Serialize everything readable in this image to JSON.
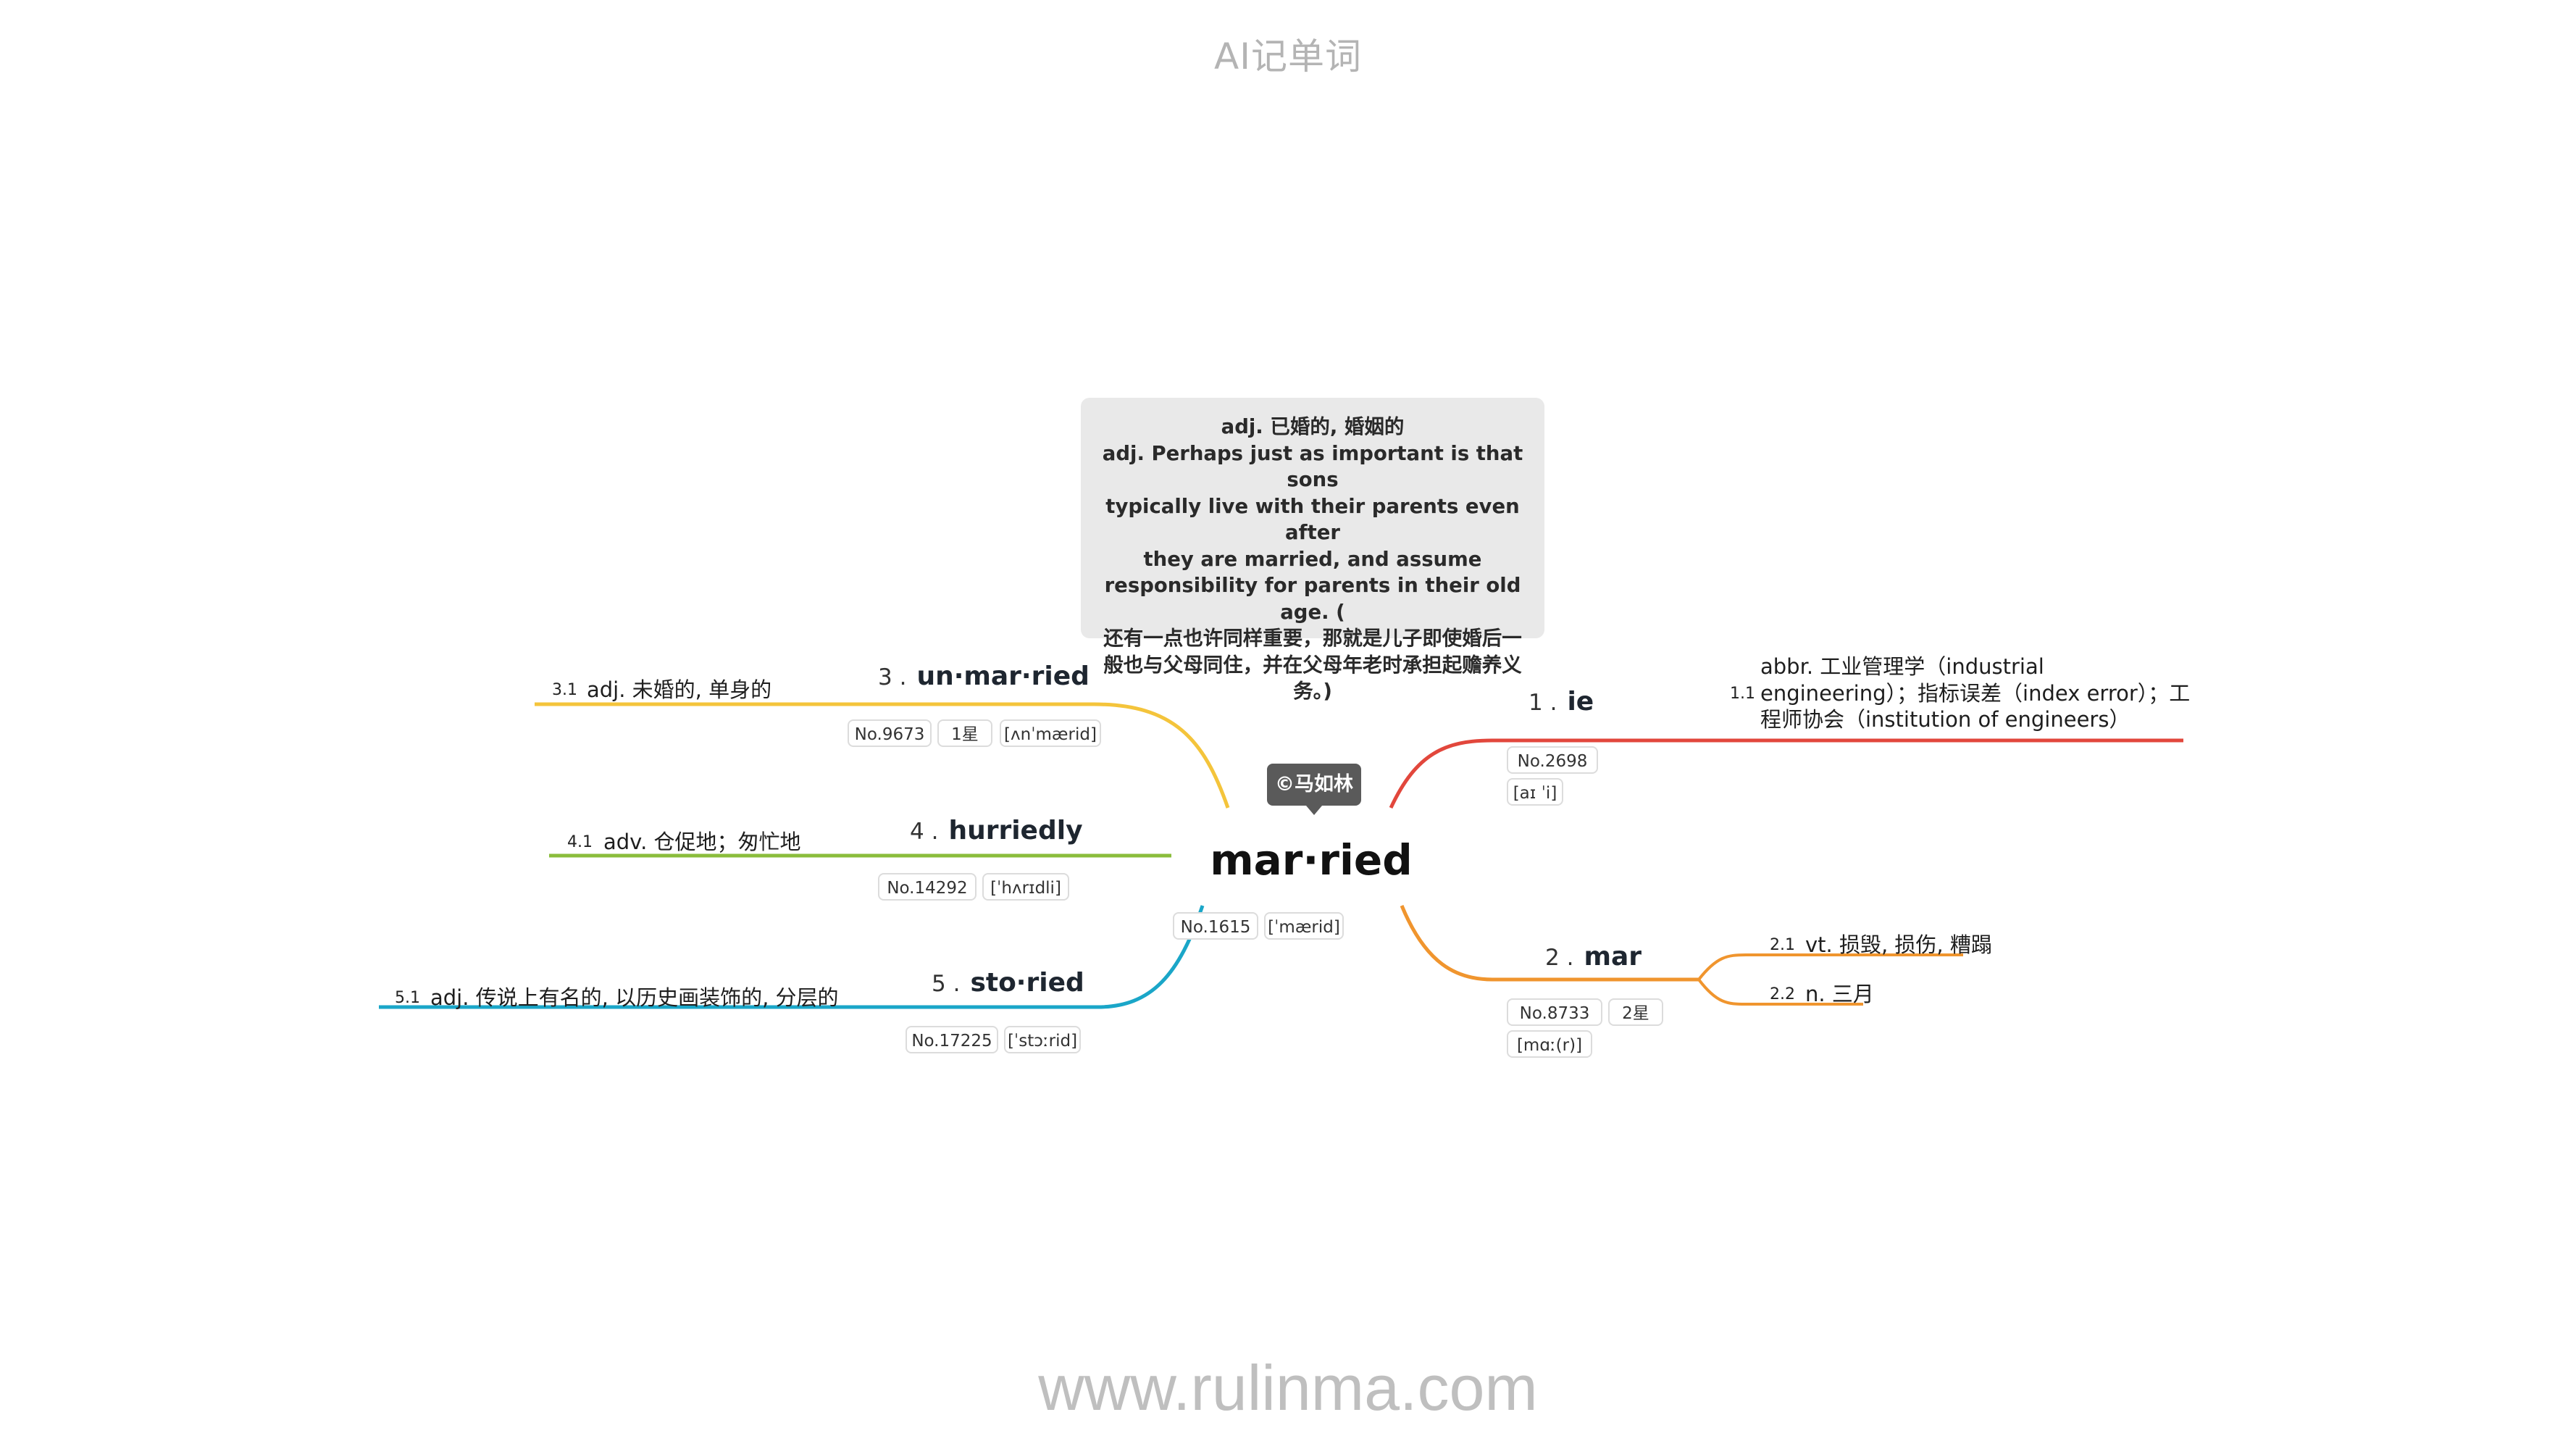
{
  "header": {
    "title": "AI记单词"
  },
  "footer": {
    "url": "www.rulinma.com"
  },
  "note": {
    "lines": [
      "adj. 已婚的, 婚姻的",
      "adj. Perhaps just as important is that sons",
      "typically live with their parents even after",
      "they are married, and assume",
      "responsibility for parents in their old age. (",
      "还有一点也许同样重要，那就是儿子即使婚后一",
      "般也与父母同住，并在父母年老时承担起赡养义",
      "务。)"
    ]
  },
  "center": {
    "word": "mar·ried",
    "copyright": "©马如林",
    "no": "No.1615",
    "phonetic": "[ˈmærid]"
  },
  "branches": [
    {
      "num": "1 .",
      "word": "ie",
      "color": "#e2473c",
      "tags": [
        "No.2698",
        "[aɪ ˈi]"
      ],
      "defs": [
        {
          "num": "1.1",
          "lines": [
            "abbr. 工业管理学（industrial",
            "engineering）；指标误差（index error）；工",
            "程师协会（institution of engineers）"
          ]
        }
      ]
    },
    {
      "num": "2 .",
      "word": "mar",
      "color": "#f0952e",
      "tags": [
        "No.8733",
        "2星",
        "[mɑː(r)]"
      ],
      "defs": [
        {
          "num": "2.1",
          "lines": [
            "vt. 损毁, 损伤, 糟蹋"
          ]
        },
        {
          "num": "2.2",
          "lines": [
            "n. 三月"
          ]
        }
      ]
    },
    {
      "num": "3 .",
      "word": "un·mar·ried",
      "color": "#f4c43b",
      "tags": [
        "No.9673",
        "1星",
        "[ʌnˈmærid]"
      ],
      "defs": [
        {
          "num": "3.1",
          "lines": [
            "adj. 未婚的, 单身的"
          ]
        }
      ]
    },
    {
      "num": "4 .",
      "word": "hurriedly",
      "color": "#8bbd3c",
      "tags": [
        "No.14292",
        "[ˈhʌrɪdli]"
      ],
      "defs": [
        {
          "num": "4.1",
          "lines": [
            "adv. 仓促地；匆忙地"
          ]
        }
      ]
    },
    {
      "num": "5 .",
      "word": "sto·ried",
      "color": "#1aa6c8",
      "tags": [
        "No.17225",
        "[ˈstɔːrid]"
      ],
      "defs": [
        {
          "num": "5.1",
          "lines": [
            "adj. 传说上有名的, 以历史画装饰的, 分层的"
          ]
        }
      ]
    }
  ]
}
